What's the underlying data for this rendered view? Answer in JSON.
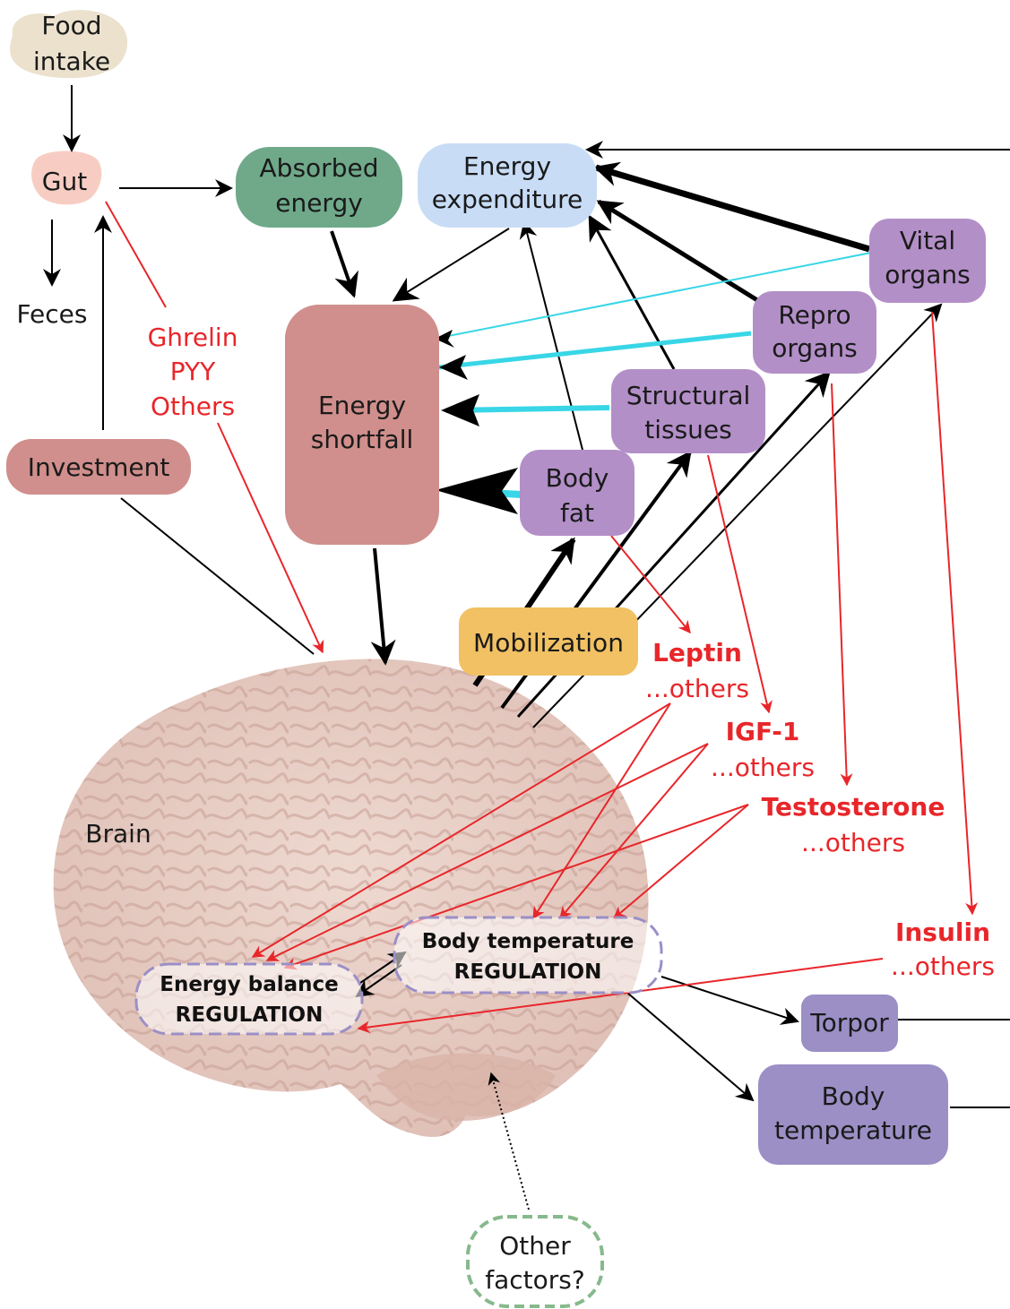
{
  "nodes": {
    "food_intake": [
      "Food",
      "intake"
    ],
    "gut": "Gut",
    "feces": "Feces",
    "absorbed_energy": [
      "Absorbed",
      "energy"
    ],
    "energy_expenditure": [
      "Energy",
      "expenditure"
    ],
    "energy_shortfall": [
      "Energy",
      "shortfall"
    ],
    "investment": "Investment",
    "vital_organs": [
      "Vital",
      "organs"
    ],
    "repro_organs": [
      "Repro",
      "organs"
    ],
    "structural_tissues": [
      "Structural",
      "tissues"
    ],
    "body_fat": [
      "Body",
      "fat"
    ],
    "mobilization": "Mobilization",
    "brain": "Brain",
    "energy_balance_regulation": [
      "Energy balance",
      "REGULATION"
    ],
    "body_temperature_regulation": [
      "Body temperature",
      "REGULATION"
    ],
    "torpor": "Torpor",
    "body_temperature": [
      "Body",
      "temperature"
    ],
    "other_factors": [
      "Other",
      "factors?"
    ]
  },
  "signals": {
    "gut_hormones": [
      "Ghrelin",
      "PYY",
      "Others"
    ],
    "leptin": "Leptin",
    "leptin_others": "...others",
    "igf1": "IGF-1",
    "igf1_others": "...others",
    "testosterone": "Testosterone",
    "testosterone_others": "...others",
    "insulin": "Insulin",
    "insulin_others": "...others"
  },
  "colors": {
    "green_node": "#6fa98a",
    "blue_node": "#c8dcf6",
    "red_node": "#d08f8c",
    "purple_node": "#b38fc8",
    "orange_node": "#f1c163",
    "lavender_node": "#9b8fc6",
    "hormone_red": "#e8262a",
    "cyan_arrow": "#38d6e6"
  }
}
